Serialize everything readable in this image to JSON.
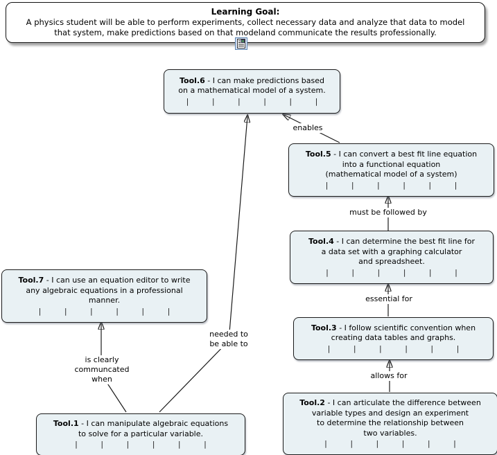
{
  "learning_goal": {
    "title": "Learning Goal:",
    "body": "A physics student will be able to perform experiments, collect necessary data and analyze that data to model\nthat system, make predictions based on that modeland communicate the results professionally."
  },
  "nodes": {
    "tool6": {
      "title": "Tool.6",
      "body": "- I can make predictions based\non a mathematical model of a system.",
      "ticks": "| | | | | |"
    },
    "tool5": {
      "title": "Tool.5",
      "body": "- I can convert a best fit line equation\ninto a functional equation\n(mathematical model of a system)",
      "ticks": "| | | | | |"
    },
    "tool4": {
      "title": "Tool.4",
      "body": "- I can determine the best fit line for\na data set with a graphing calculator\nand spreadsheet.",
      "ticks": "| | | | | |"
    },
    "tool3": {
      "title": "Tool.3",
      "body": "- I follow scientific convention when\ncreating data tables and graphs.",
      "ticks": "| | | | | |"
    },
    "tool2": {
      "title": "Tool.2",
      "body": "- I can articulate the difference between\nvariable types and design an experiment\nto determine the relationship between\ntwo variables.",
      "ticks": "| | | | | |"
    },
    "tool7": {
      "title": "Tool.7",
      "body": "- I can use an equation editor to write\nany algebraic equations in a professional\nmanner.",
      "ticks": "| | | | | |"
    },
    "tool1": {
      "title": "Tool.1",
      "body": "- I can manipulate algebraic equations\nto solve for a particular variable.",
      "ticks": "| | | | | |"
    }
  },
  "links": {
    "enables": {
      "label": "enables"
    },
    "must": {
      "label": "must be followed by"
    },
    "essential": {
      "label": "essential for"
    },
    "allows": {
      "label": "allows for"
    },
    "communicated": {
      "label": "is clearly\ncommuncated\nwhen"
    },
    "needed": {
      "label": "needed to\nbe able to"
    }
  },
  "icons": {
    "note": "note-icon"
  },
  "colors": {
    "node_fill": "#e9f1f4",
    "node_border": "#1a1a1a",
    "line": "#1a1a1a",
    "goal_fill": "#ffffff",
    "note_icon_frame": "#5b83b0"
  }
}
